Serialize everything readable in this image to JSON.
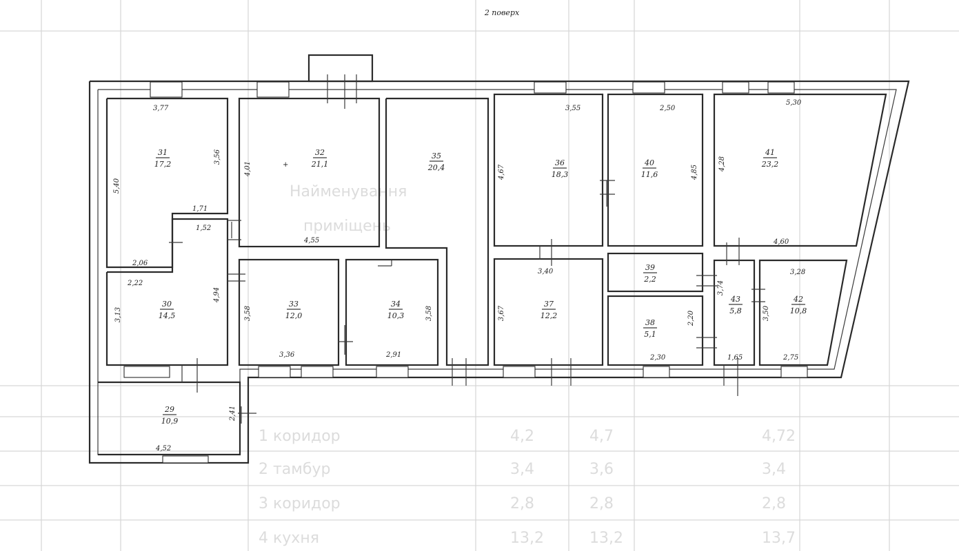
{
  "title": "2 поверх",
  "rooms": [
    {
      "id": "31",
      "area": "17,2"
    },
    {
      "id": "32",
      "area": "21,1"
    },
    {
      "id": "35",
      "area": "20,4"
    },
    {
      "id": "36",
      "area": "18,3"
    },
    {
      "id": "40",
      "area": "11,6"
    },
    {
      "id": "41",
      "area": "23,2"
    },
    {
      "id": "30",
      "area": "14,5"
    },
    {
      "id": "33",
      "area": "12,0"
    },
    {
      "id": "34",
      "area": "10,3"
    },
    {
      "id": "37",
      "area": "12,2"
    },
    {
      "id": "39",
      "area": "2,2"
    },
    {
      "id": "38",
      "area": "5,1"
    },
    {
      "id": "43",
      "area": "5,8"
    },
    {
      "id": "42",
      "area": "10,8"
    },
    {
      "id": "29",
      "area": "10,9"
    }
  ],
  "dimensions": [
    "3,77",
    "3,56",
    "5,40",
    "1,71",
    "1,52",
    "2,06",
    "2,22",
    "4,94",
    "3,13",
    "4,01",
    "4,55",
    "3,58",
    "3,36",
    "2,91",
    "3,58",
    "4,67",
    "3,55",
    "3,40",
    "3,67",
    "2,50",
    "4,85",
    "5,30",
    "4,28",
    "4,60",
    "3,28",
    "3,50",
    "2,75",
    "1,65",
    "3,74",
    "2,20",
    "2,30",
    "2,41",
    "4,52"
  ],
  "background_table": {
    "rows": [
      {
        "label": "1 коридор",
        "a": "4,2",
        "b": "4,7",
        "c": "4,72"
      },
      {
        "label": "2 тамбур",
        "a": "3,4",
        "b": "3,6",
        "c": "3,4"
      },
      {
        "label": "3 коридор",
        "a": "2,8",
        "b": "2,8",
        "c": "2,8"
      },
      {
        "label": "4 кухня",
        "a": "13,2",
        "b": "13,2",
        "c": "13,7"
      }
    ],
    "side_labels": [
      "Найменування",
      "приміщень"
    ]
  },
  "colors": {
    "line": "#2a2a2a",
    "ghost": "#dcdcdc"
  }
}
